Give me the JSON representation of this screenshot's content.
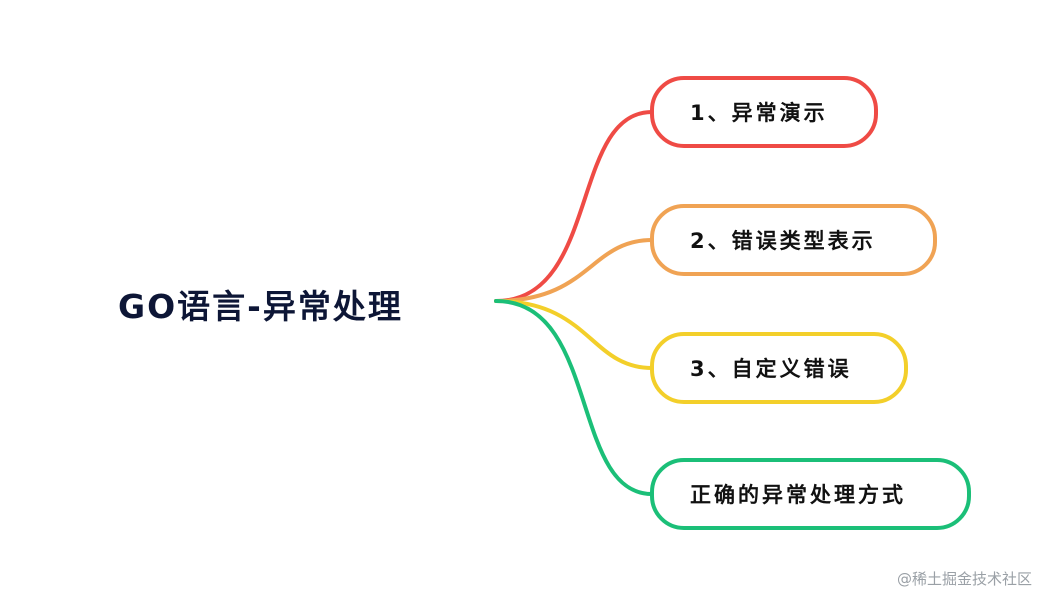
{
  "root": {
    "title": "GO语言-异常处理"
  },
  "branches": [
    {
      "label": "1、异常演示",
      "color": "#ef4b45"
    },
    {
      "label": "2、错误类型表示",
      "color": "#f0a354"
    },
    {
      "label": "3、自定义错误",
      "color": "#f3cf2a"
    },
    {
      "label": "正确的异常处理方式",
      "color": "#1bbf78"
    }
  ],
  "watermark": "@稀土掘金技术社区"
}
